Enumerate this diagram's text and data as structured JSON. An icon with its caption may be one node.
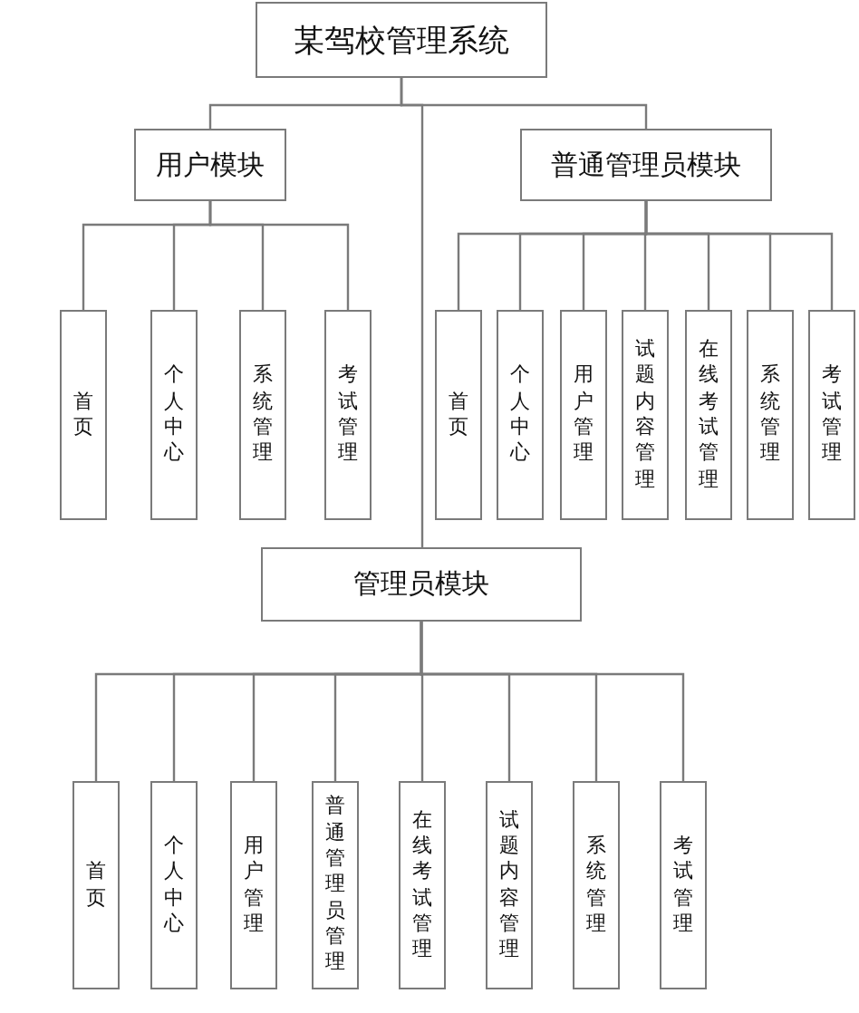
{
  "diagram": {
    "nodes": [
      {
        "text": [
          "某驾校管理系统"
        ]
      },
      {
        "text": [
          "用户模块"
        ]
      },
      {
        "text": [
          "首页"
        ]
      },
      {
        "text": [
          "个人中心"
        ]
      },
      {
        "text": [
          "系统管理"
        ]
      },
      {
        "text": [
          "考试管理"
        ]
      },
      {
        "text": [
          "普通管理员模块"
        ]
      },
      {
        "text": [
          "首页"
        ]
      },
      {
        "text": [
          "个人中心"
        ]
      },
      {
        "text": [
          "用户管理"
        ]
      },
      {
        "text": [
          "试题内容管理"
        ]
      },
      {
        "text": [
          "在线考试管理"
        ]
      },
      {
        "text": [
          "系统管理"
        ]
      },
      {
        "text": [
          "考试管理"
        ]
      },
      {
        "text": [
          "管理员模块"
        ]
      },
      {
        "text": [
          "首页"
        ]
      },
      {
        "text": [
          "个人中心"
        ]
      },
      {
        "text": [
          "用户管理"
        ]
      },
      {
        "text": [
          "普通管理员管理"
        ]
      },
      {
        "text": [
          "在线考试管理"
        ]
      },
      {
        "text": [
          "试题内容管理"
        ]
      },
      {
        "text": [
          "系统管理"
        ]
      },
      {
        "text": [
          "考试管理"
        ]
      }
    ],
    "edges": [
      {
        "from": 0,
        "to": 1,
        "arrow": "none"
      },
      {
        "from": 0,
        "to": 6,
        "arrow": "none"
      },
      {
        "from": 0,
        "to": 14,
        "arrow": "none"
      },
      {
        "from": 1,
        "to": 2,
        "arrow": "none"
      },
      {
        "from": 1,
        "to": 3,
        "arrow": "none"
      },
      {
        "from": 1,
        "to": 4,
        "arrow": "none"
      },
      {
        "from": 1,
        "to": 5,
        "arrow": "none"
      },
      {
        "from": 6,
        "to": 7,
        "arrow": "none"
      },
      {
        "from": 6,
        "to": 8,
        "arrow": "none"
      },
      {
        "from": 6,
        "to": 9,
        "arrow": "none"
      },
      {
        "from": 6,
        "to": 10,
        "arrow": "none"
      },
      {
        "from": 6,
        "to": 11,
        "arrow": "none"
      },
      {
        "from": 6,
        "to": 12,
        "arrow": "none"
      },
      {
        "from": 6,
        "to": 13,
        "arrow": "none"
      },
      {
        "from": 14,
        "to": 15,
        "arrow": "none"
      },
      {
        "from": 14,
        "to": 16,
        "arrow": "none"
      },
      {
        "from": 14,
        "to": 17,
        "arrow": "none"
      },
      {
        "from": 14,
        "to": 18,
        "arrow": "none"
      },
      {
        "from": 14,
        "to": 19,
        "arrow": "none"
      },
      {
        "from": 14,
        "to": 20,
        "arrow": "none"
      },
      {
        "from": 14,
        "to": 21,
        "arrow": "none"
      },
      {
        "from": 14,
        "to": 22,
        "arrow": "none"
      }
    ]
  }
}
